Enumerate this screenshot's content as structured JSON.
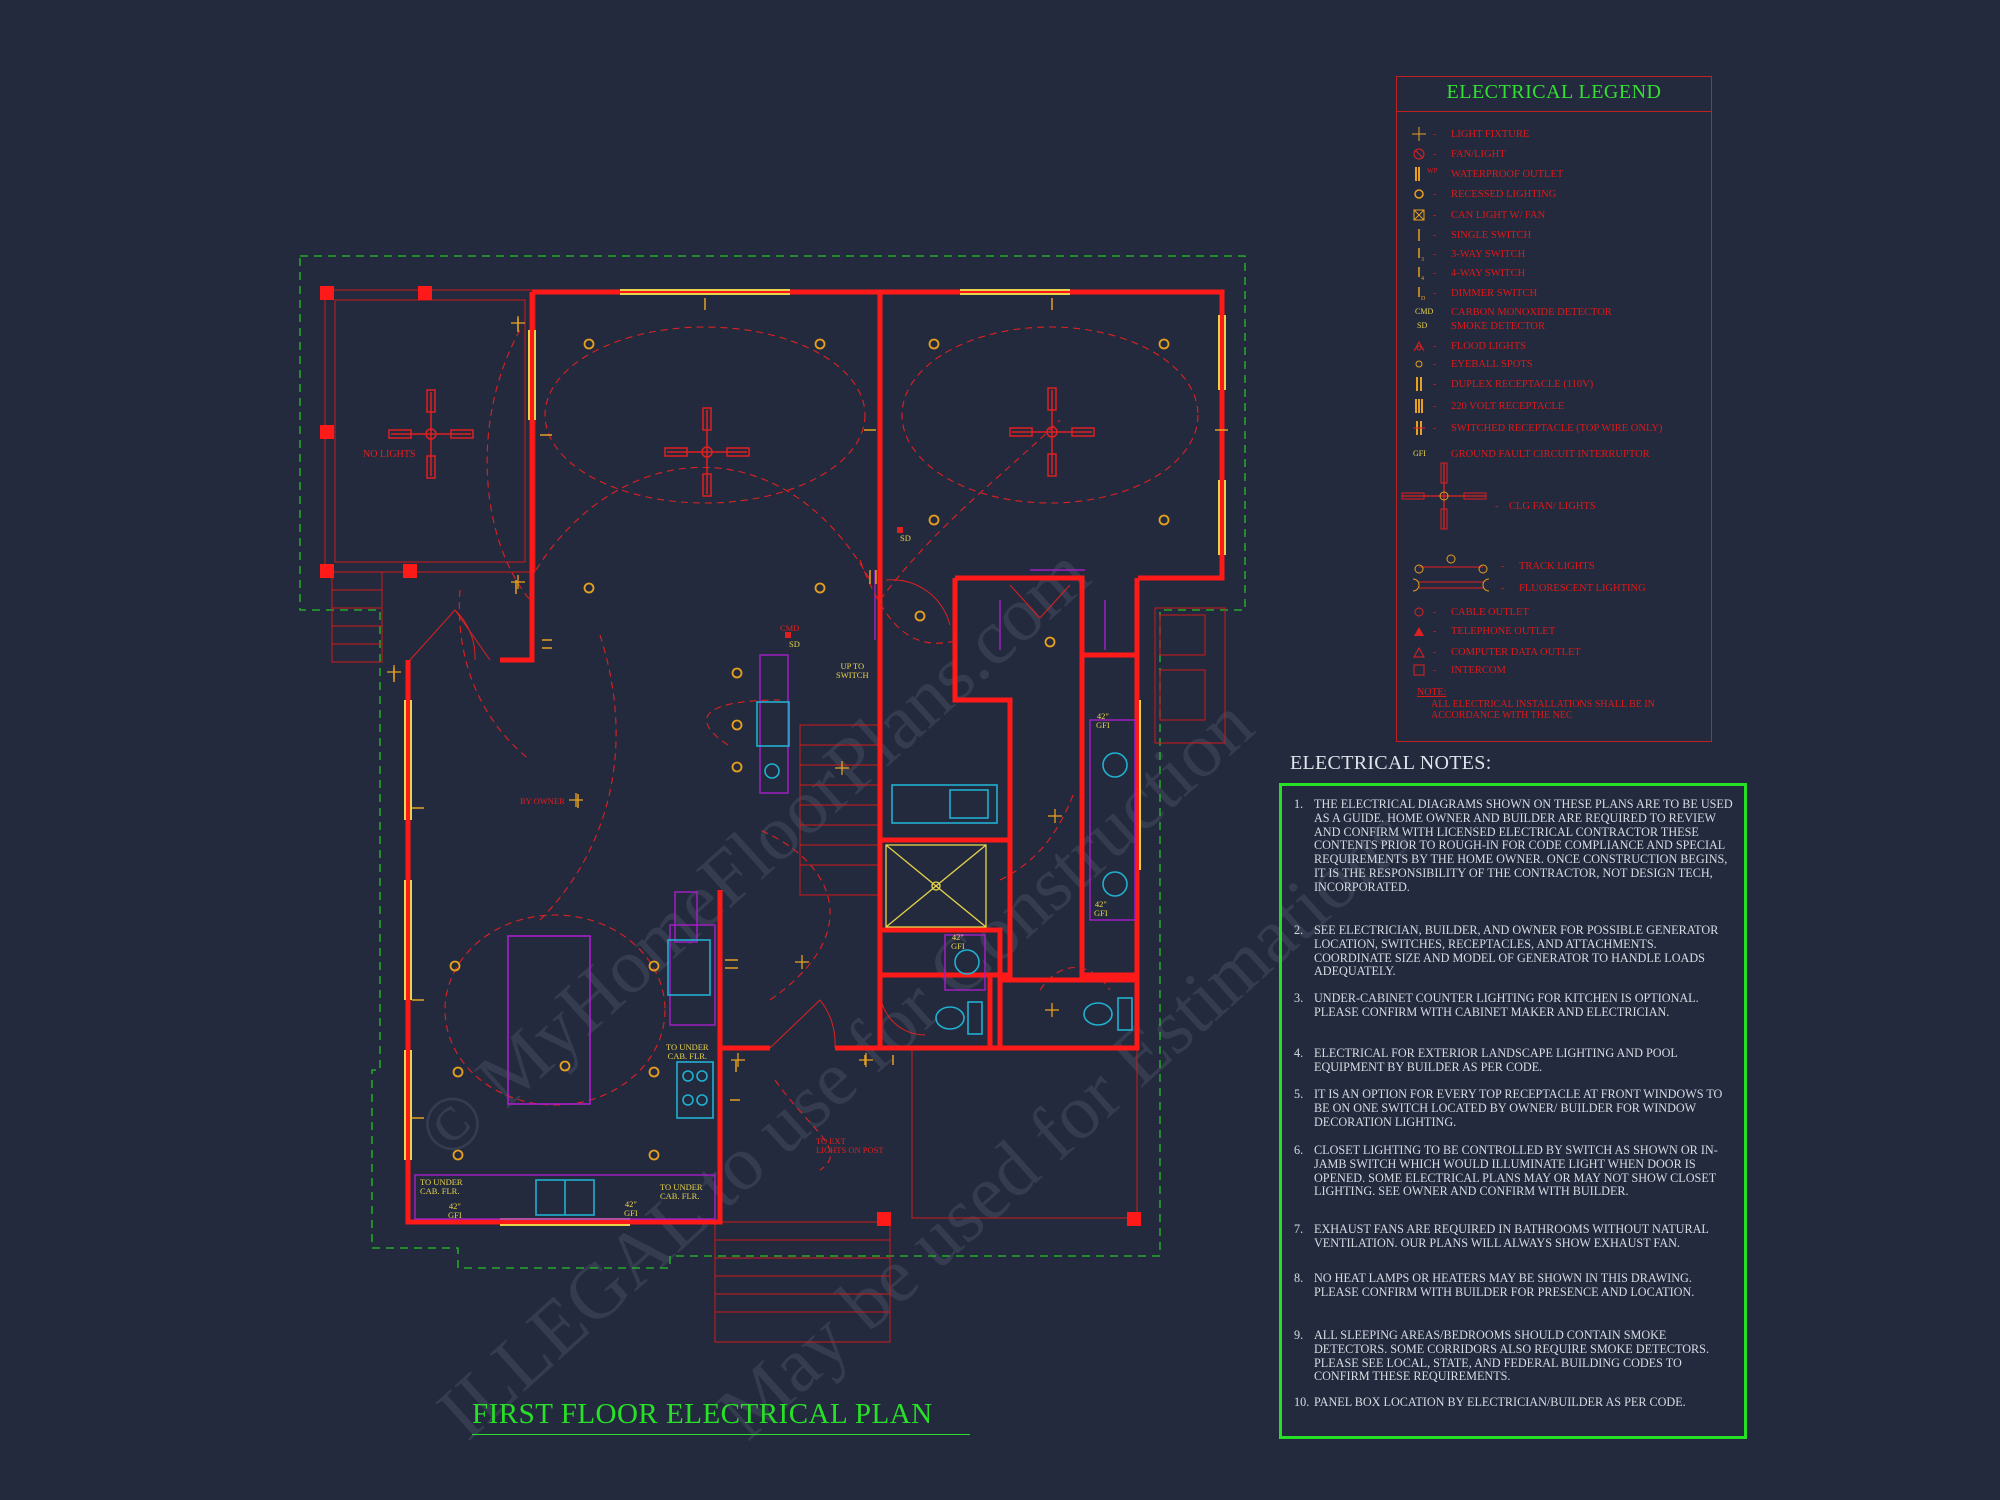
{
  "plan": {
    "title": "FIRST FLOOR ELECTRICAL PLAN",
    "labels": {
      "no_lights": "NO LIGHTS",
      "by_owner": "BY OWNER",
      "cmd": "CMD",
      "sd": "SD",
      "sd2": "SD",
      "up_to_switch": "UP TO\nSWITCH",
      "to_ext_lights": "TO EXT\nLIGHTS ON POST",
      "to_under_cab_1": "TO UNDER\nCAB. FLR.",
      "to_under_cab_2": "TO UNDER\nCAB. FLR.",
      "to_under_cab_3": "TO UNDER\nCAB. FLR.",
      "gfi_42_1": "42\"\nGFI",
      "gfi_42_2": "42\"\nGFI",
      "gfi_42_3": "42\"\nGFI",
      "gfi_42_4": "42\"\nGFI",
      "gfi_42_5": "42\"\nGFI"
    }
  },
  "watermark": {
    "line1": "© MyHomeFloorPlans.com",
    "line2": "ILLEGAL to use for Construction",
    "line3": "May be used for Estimations"
  },
  "legend": {
    "title": "ELECTRICAL LEGEND",
    "items": [
      {
        "icon": "light-fixture-icon",
        "label": "LIGHT FIXTURE"
      },
      {
        "icon": "fan-light-icon",
        "label": "FAN/LIGHT"
      },
      {
        "icon": "waterproof-outlet-icon",
        "label": "WATERPROOF OUTLET"
      },
      {
        "icon": "recessed-light-icon",
        "label": "RECESSED LIGHTING"
      },
      {
        "icon": "can-light-fan-icon",
        "label": "CAN LIGHT W/ FAN"
      },
      {
        "icon": "single-switch-icon",
        "label": "SINGLE SWITCH"
      },
      {
        "icon": "three-way-switch-icon",
        "label": "3-WAY SWITCH"
      },
      {
        "icon": "four-way-switch-icon",
        "label": "4-WAY SWITCH"
      },
      {
        "icon": "dimmer-switch-icon",
        "label": "DIMMER SWITCH"
      },
      {
        "icon": "carbon-monoxide-icon",
        "label": "CARBON MONOXIDE DETECTOR"
      },
      {
        "icon": "smoke-detector-icon",
        "label": "SMOKE DETECTOR"
      },
      {
        "icon": "flood-light-icon",
        "label": "FLOOD LIGHTS"
      },
      {
        "icon": "eyeball-spot-icon",
        "label": "EYEBALL SPOTS"
      },
      {
        "icon": "duplex-receptacle-icon",
        "label": "DUPLEX RECEPTACLE (110V)"
      },
      {
        "icon": "receptacle-220-icon",
        "label": "220 VOLT RECEPTACLE"
      },
      {
        "icon": "switched-receptacle-icon",
        "label": "SWITCHED RECEPTACLE (TOP WIRE ONLY)"
      },
      {
        "icon": "gfi-icon",
        "label": "GROUND FAULT CIRCUIT INTERRUPTOR"
      },
      {
        "icon": "ceiling-fan-icon",
        "label": "CLG FAN/ LIGHTS"
      },
      {
        "icon": "track-light-icon",
        "label": "TRACK LIGHTS"
      },
      {
        "icon": "fluorescent-icon",
        "label": "FLUORESCENT LIGHTING"
      },
      {
        "icon": "cable-outlet-icon",
        "label": "CABLE OUTLET"
      },
      {
        "icon": "telephone-outlet-icon",
        "label": "TELEPHONE OUTLET"
      },
      {
        "icon": "computer-outlet-icon",
        "label": "COMPUTER DATA OUTLET"
      },
      {
        "icon": "intercom-icon",
        "label": "INTERCOM"
      }
    ],
    "cmd_sym": "CMD",
    "sd_sym": "SD",
    "wp_sym": "WP",
    "gfi_sym": "GFI",
    "note_heading": "NOTE:",
    "note_text": "ALL ELECTRICAL INSTALLATIONS SHALL BE IN ACCORDANCE WITH THE NEC"
  },
  "notes": {
    "heading": "ELECTRICAL NOTES:",
    "items": [
      {
        "num": "1.",
        "text": "THE ELECTRICAL DIAGRAMS SHOWN ON THESE PLANS ARE TO BE USED AS A GUIDE.  HOME OWNER AND BUILDER ARE REQUIRED TO REVIEW AND CONFIRM WITH LICENSED ELECTRICAL CONTRACTOR THESE CONTENTS PRIOR TO ROUGH-IN FOR CODE COMPLIANCE AND SPECIAL REQUIREMENTS BY THE HOME OWNER.  ONCE CONSTRUCTION BEGINS, IT IS THE RESPONSIBILITY OF THE CONTRACTOR, NOT DESIGN TECH, INCORPORATED."
      },
      {
        "num": "2.",
        "text": "SEE ELECTRICIAN, BUILDER, AND OWNER FOR POSSIBLE GENERATOR LOCATION, SWITCHES, RECEPTACLES, AND ATTACHMENTS.  COORDINATE SIZE AND MODEL OF GENERATOR TO HANDLE LOADS ADEQUATELY."
      },
      {
        "num": "3.",
        "text": "UNDER-CABINET COUNTER LIGHTING FOR KITCHEN IS OPTIONAL.  PLEASE CONFIRM WITH CABINET MAKER AND ELECTRICIAN."
      },
      {
        "num": "4.",
        "text": "ELECTRICAL FOR EXTERIOR LANDSCAPE LIGHTING AND POOL EQUIPMENT BY BUILDER AS PER CODE."
      },
      {
        "num": "5.",
        "text": "IT IS AN OPTION FOR EVERY TOP RECEPTACLE AT FRONT WINDOWS TO BE ON ONE SWITCH LOCATED BY OWNER/ BUILDER FOR WINDOW DECORATION LIGHTING."
      },
      {
        "num": "6.",
        "text": "CLOSET LIGHTING TO BE CONTROLLED BY SWITCH AS SHOWN OR IN-JAMB SWITCH WHICH WOULD ILLUMINATE LIGHT WHEN DOOR IS OPENED.  SOME ELECTRICAL PLANS MAY OR MAY NOT SHOW CLOSET LIGHTING.  SEE OWNER AND CONFIRM WITH BUILDER."
      },
      {
        "num": "7.",
        "text": "EXHAUST FANS ARE REQUIRED IN BATHROOMS WITHOUT NATURAL VENTILATION.  OUR PLANS WILL ALWAYS SHOW EXHAUST FAN."
      },
      {
        "num": "8.",
        "text": "NO HEAT LAMPS OR HEATERS MAY BE SHOWN IN THIS DRAWING.  PLEASE CONFIRM WITH BUILDER FOR PRESENCE AND LOCATION."
      },
      {
        "num": "9.",
        "text": "ALL SLEEPING AREAS/BEDROOMS SHOULD CONTAIN SMOKE DETECTORS.  SOME CORRIDORS ALSO REQUIRE SMOKE DETECTORS.  PLEASE SEE LOCAL, STATE, AND FEDERAL BUILDING CODES TO CONFIRM THESE REQUIREMENTS."
      },
      {
        "num": "10.",
        "text": "PANEL BOX LOCATION BY ELECTRICIAN/BUILDER AS PER CODE."
      }
    ]
  },
  "colors": {
    "background": "#232a3d",
    "wall": "#ff1a1a",
    "circuit": "#e02020",
    "fixture": "#e8a020",
    "casework": "#a020c0",
    "plumbing": "#20b0d0",
    "window": "#e8d44a",
    "border_green": "#25e025"
  }
}
